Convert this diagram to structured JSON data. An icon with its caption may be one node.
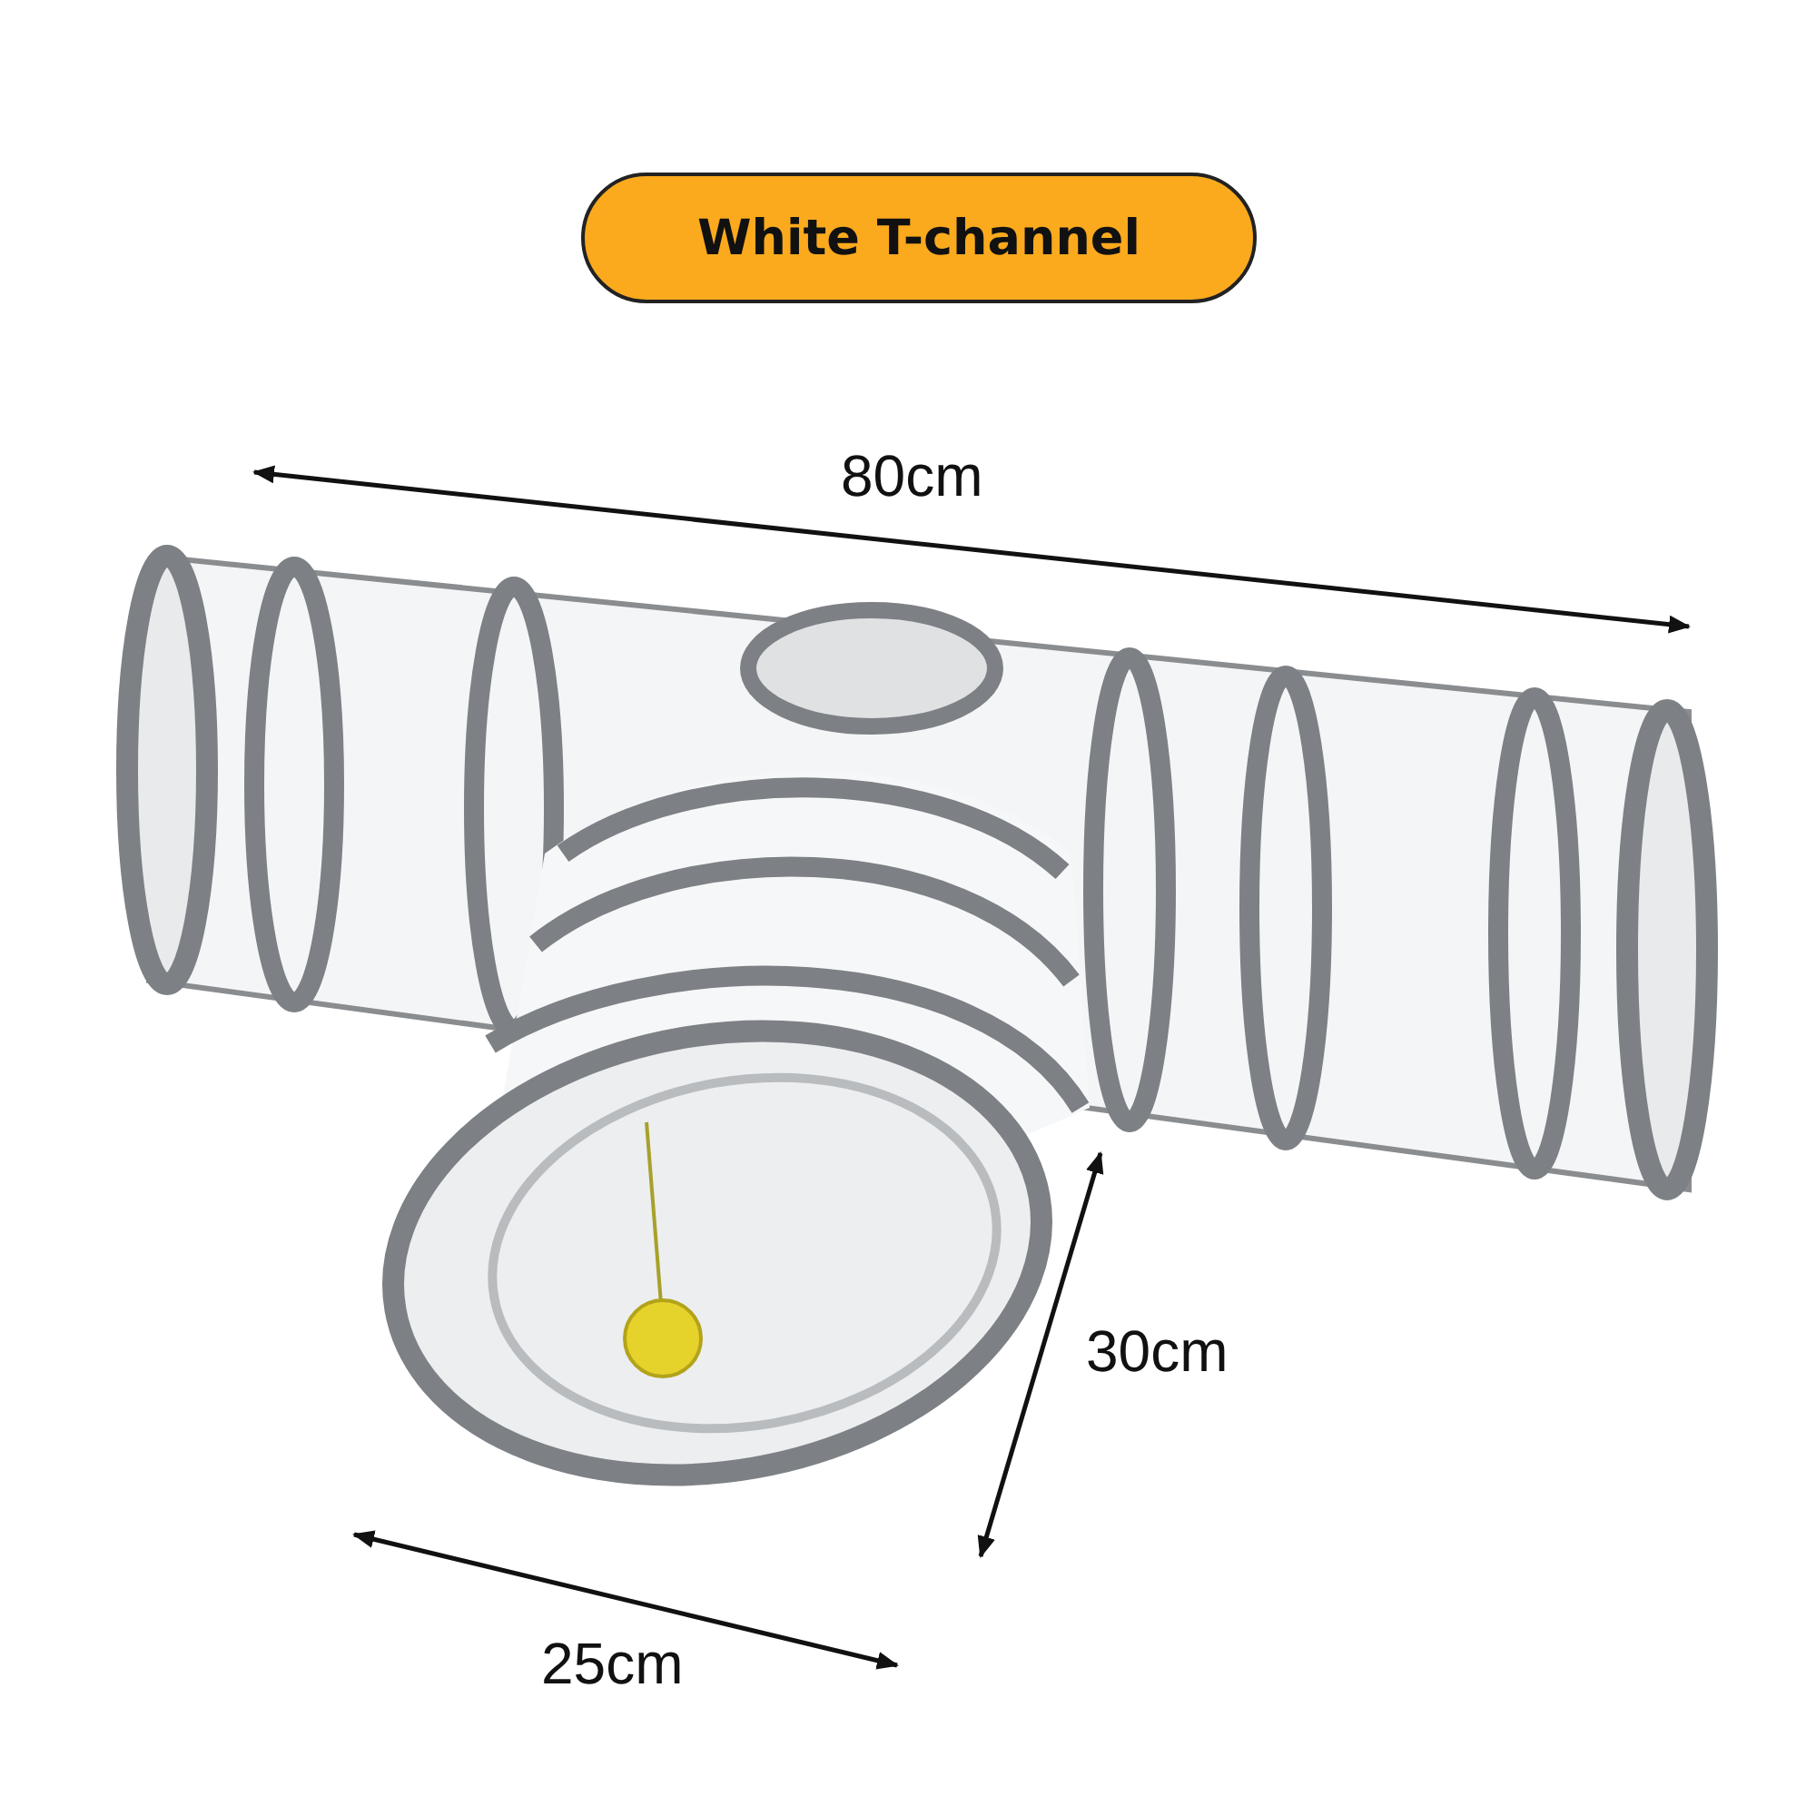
{
  "diagram": {
    "title": "White T-channel",
    "labels": [
      "80cm",
      "30cm",
      "25cm"
    ]
  }
}
